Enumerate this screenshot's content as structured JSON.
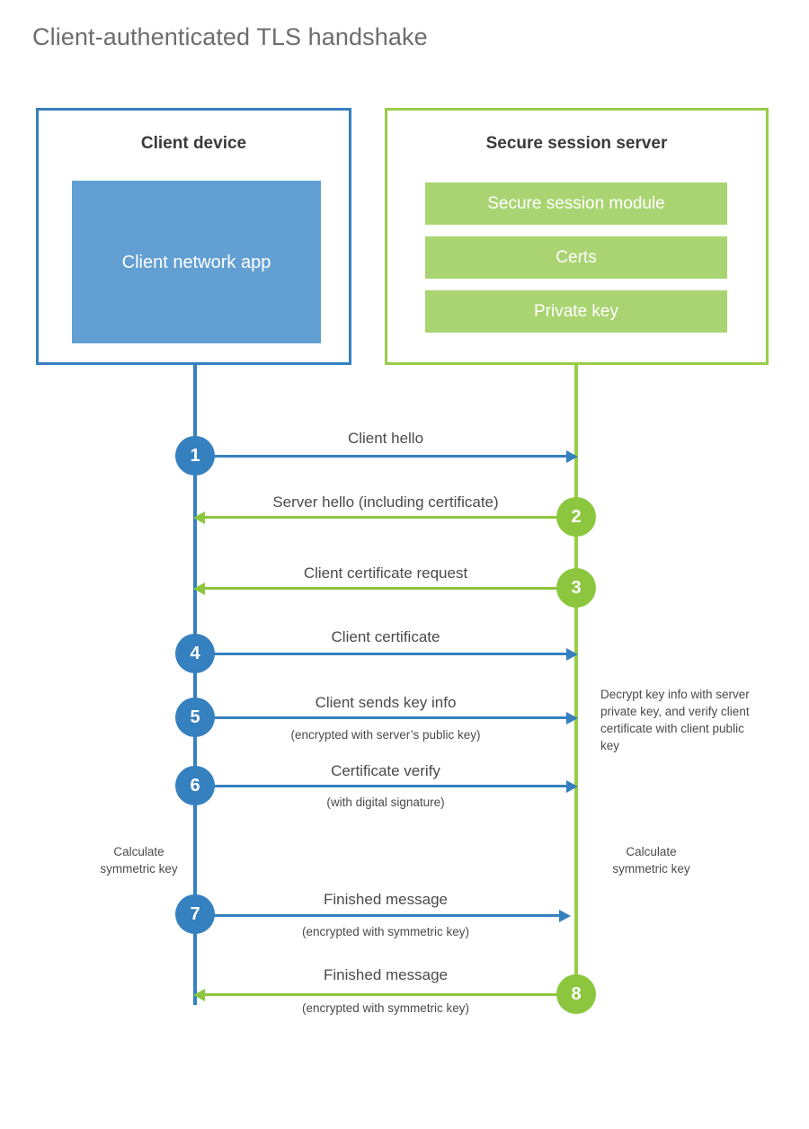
{
  "diagram": {
    "title": "Client-authenticated TLS handshake",
    "type": "sequence-diagram"
  },
  "colors": {
    "client_blue": "#3580bf",
    "client_app_fill": "#629fd2",
    "server_green": "#9acd48",
    "server_bar_fill": "#aad472",
    "arrow_green": "#8cc63f",
    "title_gray": "#6d6d6d",
    "text_gray": "#4a4a4a"
  },
  "actors": {
    "client": {
      "title": "Client device",
      "component": "Client network app"
    },
    "server": {
      "title": "Secure session server",
      "components": [
        "Secure session module",
        "Certs",
        "Private key"
      ]
    }
  },
  "steps": [
    {
      "number": "1",
      "label": "Client hello",
      "sub": "",
      "direction": "client-to-server",
      "color": "blue"
    },
    {
      "number": "2",
      "label": "Server hello (including certificate)",
      "sub": "",
      "direction": "server-to-client",
      "color": "green"
    },
    {
      "number": "3",
      "label": "Client certificate request",
      "sub": "",
      "direction": "server-to-client",
      "color": "green"
    },
    {
      "number": "4",
      "label": "Client certificate",
      "sub": "",
      "direction": "client-to-server",
      "color": "blue"
    },
    {
      "number": "5",
      "label": "Client sends key info",
      "sub": "(encrypted with server’s public key)",
      "direction": "client-to-server",
      "color": "blue"
    },
    {
      "number": "6",
      "label": "Certificate verify",
      "sub": "(with digital signature)",
      "direction": "client-to-server",
      "color": "blue"
    },
    {
      "number": "7",
      "label": "Finished message",
      "sub": "(encrypted with symmetric key)",
      "direction": "client-to-server",
      "color": "blue"
    },
    {
      "number": "8",
      "label": "Finished message",
      "sub": "(encrypted with symmetric key)",
      "direction": "server-to-client",
      "color": "green"
    }
  ],
  "notes": {
    "server_decrypt": "Decrypt key info with server private key, and verify client certificate with client public key",
    "client_calc": "Calculate\nsymmetric key",
    "client_calc_line1": "Calculate",
    "client_calc_line2": "symmetric key",
    "server_calc_line1": "Calculate",
    "server_calc_line2": "symmetric key"
  }
}
